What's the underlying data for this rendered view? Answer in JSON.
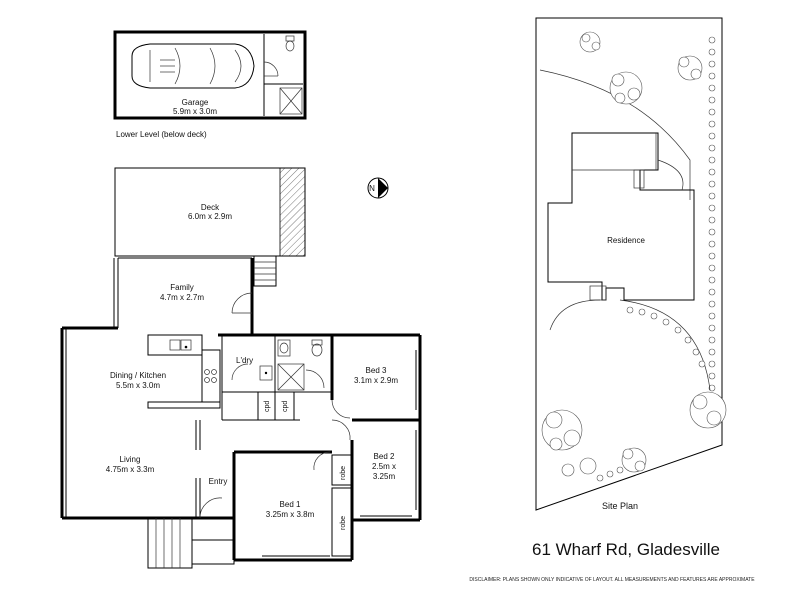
{
  "garage": {
    "name": "Garage",
    "size": "5.9m x 3.0m"
  },
  "lower_level": "Lower Level (below deck)",
  "rooms": {
    "deck": {
      "name": "Deck",
      "size": "6.0m x 2.9m"
    },
    "family": {
      "name": "Family",
      "size": "4.7m x 2.7m"
    },
    "dining_kitchen": {
      "name": "Dining / Kitchen",
      "size": "5.5m x 3.0m"
    },
    "laundry": {
      "name": "L'dry"
    },
    "bed3": {
      "name": "Bed 3",
      "size": "3.1m x 2.9m"
    },
    "living": {
      "name": "Living",
      "size": "4.75m x 3.3m"
    },
    "bed2": {
      "name": "Bed 2",
      "size_line1": "2.5m x",
      "size_line2": "3.25m"
    },
    "entry": {
      "name": "Entry"
    },
    "bed1": {
      "name": "Bed 1",
      "size": "3.25m x 3.8m"
    }
  },
  "cupboards": {
    "cpd_a": "cpd",
    "cpd_b": "cpd"
  },
  "robes": {
    "robe_a": "robe",
    "robe_b": "robe"
  },
  "compass": {
    "letter": "N"
  },
  "site_plan": {
    "residence": "Residence",
    "caption": "Site Plan"
  },
  "address": "61 Wharf Rd, Gladesville",
  "disclaimer": "DISCLAIMER: PLANS SHOWN ONLY INDICATIVE OF LAYOUT. ALL MEASUREMENTS AND FEATURES ARE APPROXIMATE"
}
